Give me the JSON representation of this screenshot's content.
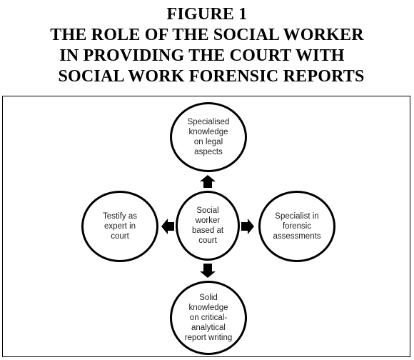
{
  "figure": {
    "title_lines": [
      "FIGURE 1",
      "THE ROLE OF THE SOCIAL WORKER",
      "IN PROVIDING THE COURT  WITH",
      "SOCIAL WORK FORENSIC REPORTS"
    ]
  },
  "diagram": {
    "center": {
      "lines": [
        "Social",
        "worker",
        "based at",
        "court"
      ]
    },
    "top": {
      "lines": [
        "Specialised",
        "knowledge",
        "on legal",
        "aspects"
      ]
    },
    "right": {
      "lines": [
        "Specialist in",
        "forensic",
        "assessments"
      ]
    },
    "bottom": {
      "lines": [
        "Solid",
        "knowledge",
        "on critical-",
        "analytical",
        "report writing"
      ]
    },
    "left": {
      "lines": [
        "Testify as",
        "expert in",
        "court"
      ]
    },
    "colors": {
      "stroke": "#000000",
      "text": "#222222",
      "background": "#ffffff"
    }
  }
}
